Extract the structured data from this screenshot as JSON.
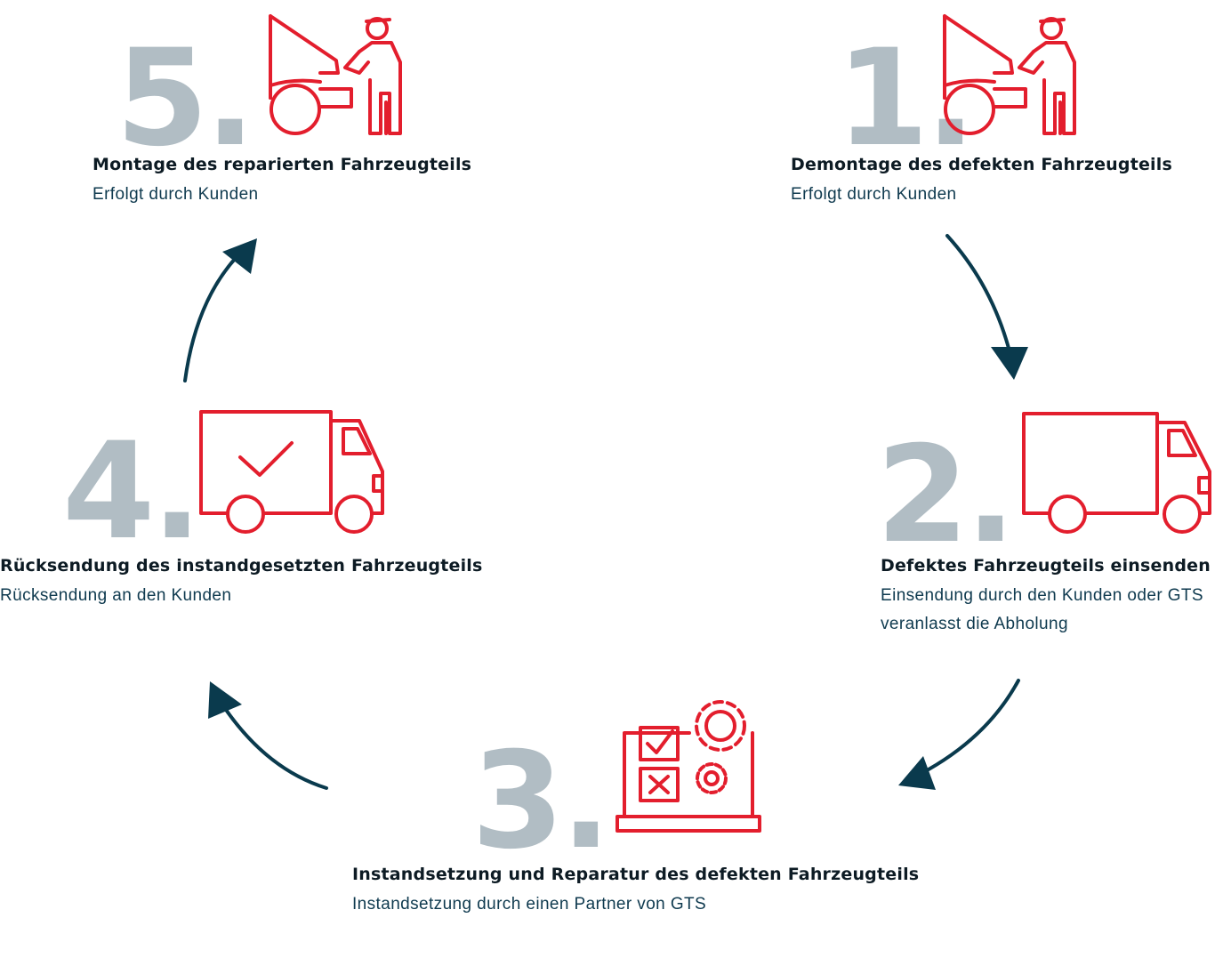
{
  "colors": {
    "accent": "#e31e2d",
    "number": "#b1bdc4",
    "arrow": "#0a3a4d",
    "title": "#0d1b24",
    "desc": "#0f3a4f"
  },
  "steps": [
    {
      "number": "1.",
      "icon": "mechanic-car-icon",
      "title": "Demontage des defekten Fahrzeugteils",
      "desc": "Erfolgt durch Kunden"
    },
    {
      "number": "2.",
      "icon": "truck-icon",
      "title": "Defektes Fahrzeugteils einsenden",
      "desc_line1": "Einsendung durch den Kunden oder GTS",
      "desc_line2": "veranlasst die Abholung"
    },
    {
      "number": "3.",
      "icon": "repair-checklist-gears-icon",
      "title": "Instandsetzung und Reparatur des defekten Fahrzeugteils",
      "desc": "Instandsetzung durch einen Partner von GTS"
    },
    {
      "number": "4.",
      "icon": "truck-checkmark-icon",
      "title": "Rücksendung des instandgesetzten Fahrzeugteils",
      "desc": "Rücksendung an den Kunden"
    },
    {
      "number": "5.",
      "icon": "mechanic-car-icon",
      "title": "Montage des reparierten Fahrzeugteils",
      "desc": "Erfolgt durch Kunden"
    }
  ]
}
